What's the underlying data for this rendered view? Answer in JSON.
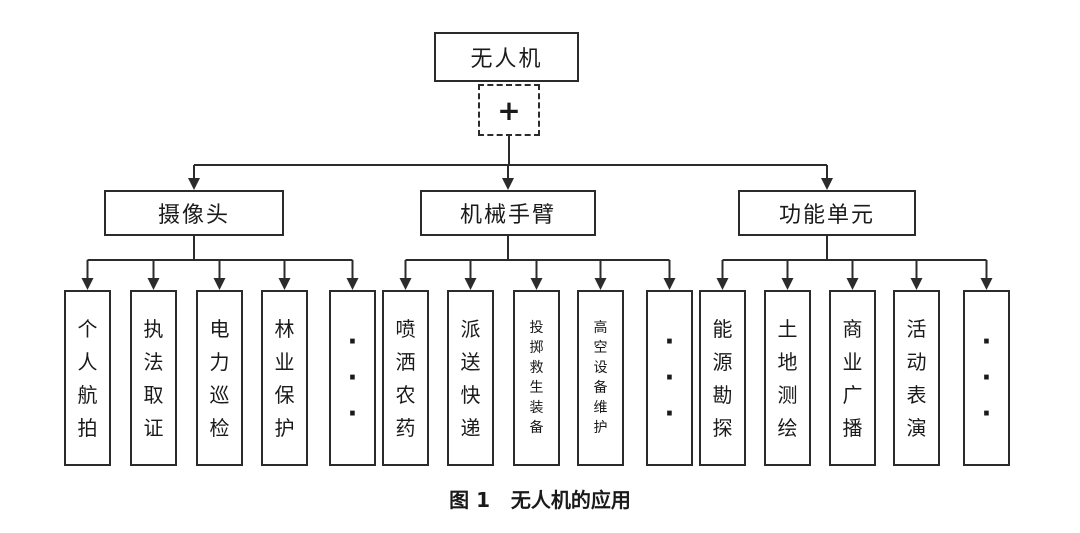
{
  "root": {
    "label": "无人机",
    "connector": "+"
  },
  "branches": [
    {
      "label": "摄像头",
      "leaves": [
        "个人航拍",
        "执法取证",
        "电力巡检",
        "林业保护",
        "···"
      ]
    },
    {
      "label": "机械手臂",
      "leaves": [
        "喷洒农药",
        "派送快递",
        "投掷救生装备",
        "高空设备维护",
        "···"
      ]
    },
    {
      "label": "功能单元",
      "leaves": [
        "能源勘探",
        "土地测绘",
        "商业广播",
        "活动表演",
        "···"
      ]
    }
  ],
  "caption": {
    "figure_no": "图 1",
    "title": "无人机的应用"
  }
}
